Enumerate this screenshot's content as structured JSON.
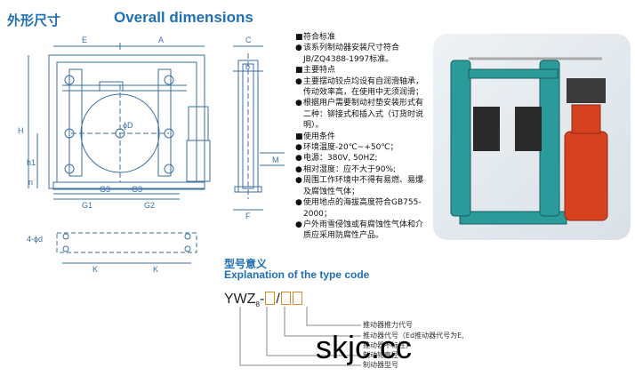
{
  "heading": {
    "cn": "外形尺寸",
    "en": "Overall dimensions"
  },
  "dims": {
    "E": "E",
    "A": "A",
    "C": "C",
    "b": "b",
    "H": "H",
    "h1": "h1",
    "n": "n",
    "D": "ϕD",
    "M": "M",
    "G1": "G1",
    "G2": "G2",
    "G3": "G3",
    "F": "F",
    "holes": "4-ϕd",
    "K": "K"
  },
  "specs": [
    {
      "mark": "■",
      "text": "符合标准"
    },
    {
      "mark": "●",
      "text": "该系列制动器安装尺寸符合JB/ZQ4388-1997标准。"
    },
    {
      "mark": "■",
      "text": "主要特点"
    },
    {
      "mark": "●",
      "text": "主要摆动铰点均设有自润滑轴承，传动效率高，在使用中无须润滑；"
    },
    {
      "mark": "●",
      "text": "根据用户需要制动衬垫安装形式有二种：铆接式和插入式（订货时说明）。"
    },
    {
      "mark": "■",
      "text": "使用条件"
    },
    {
      "mark": "●",
      "text": "环境温度-20℃~+50℃；"
    },
    {
      "mark": "●",
      "text": "电源：380V, 50HZ;"
    },
    {
      "mark": "●",
      "text": "相对湿度：应不大于90%;"
    },
    {
      "mark": "●",
      "text": "周围工作环境中不得有易燃、易爆及腐蚀性气体；"
    },
    {
      "mark": "●",
      "text": "使用地点的海拔高度符合GB755-2000；"
    },
    {
      "mark": "●",
      "text": "户外雨雪侵蚀或有腐蚀性气体和介质应采用防腐性产品。"
    }
  ],
  "typecode": {
    "cn": "型号意义",
    "en": "Explanation of the type code",
    "prefix": "YWZ",
    "sub": "8",
    "dash": "-",
    "slash": "/",
    "ann1": "推动器推力代号",
    "ann2": "推动器代号（Ed推动器代号为E,",
    "ann3": "推动器不标注)",
    "ann4": "制动轮直径",
    "ann5": "制动器型号"
  },
  "watermark": "skjc.cc",
  "colors": {
    "heading": "#1f6fb4",
    "photo_green": "#2b9a9a",
    "photo_red": "#d64220"
  }
}
